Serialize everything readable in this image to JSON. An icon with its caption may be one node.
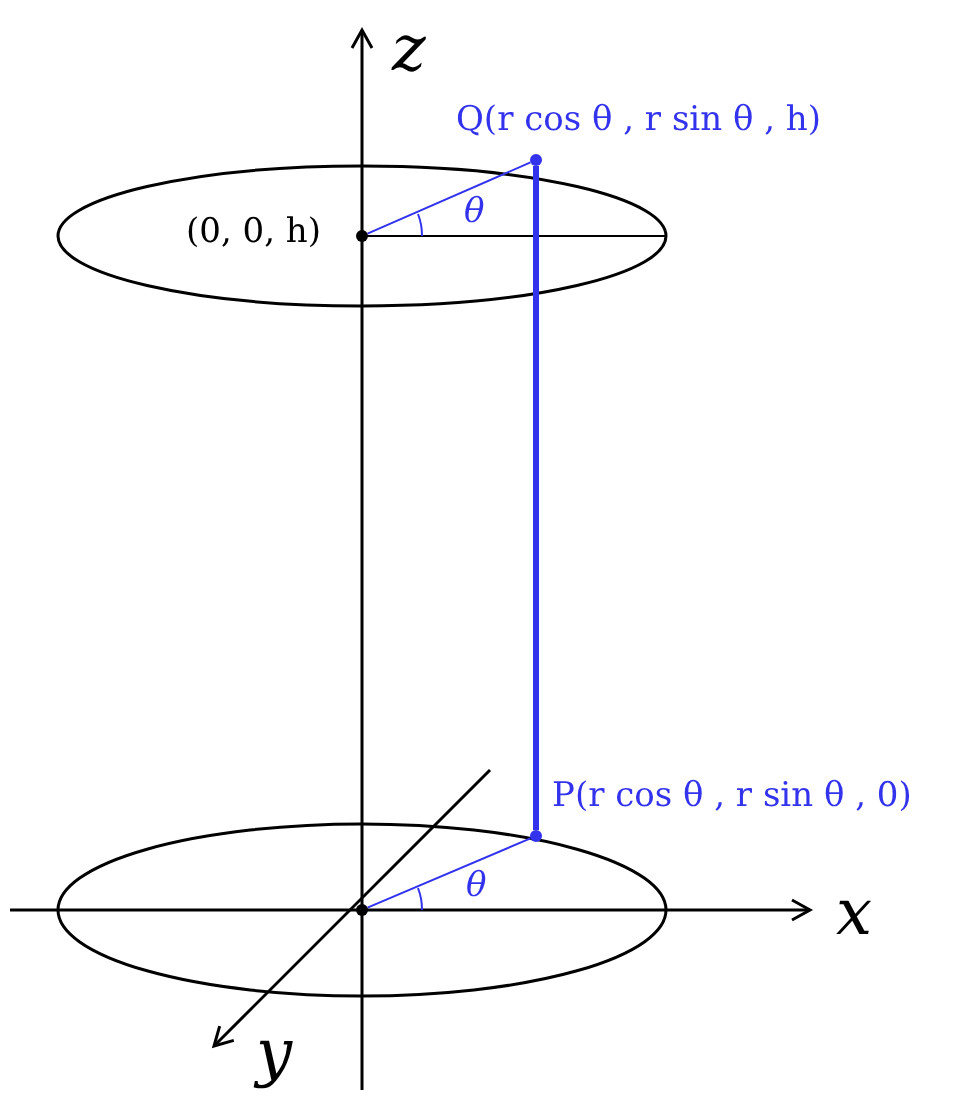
{
  "diagram": {
    "nodes": [
      {
        "text": [],
        "shape": "circle",
        "beside": [
          "Q(r cos θ , r sin θ , h)"
        ]
      },
      {
        "text": [],
        "shape": "circle",
        "beside": [
          "(0, 0, h)"
        ]
      },
      {
        "text": [],
        "shape": "circle",
        "beside": [
          "P(r cos θ , r sin θ , 0)"
        ]
      },
      {
        "text": [],
        "shape": "circle"
      }
    ],
    "edges": [
      {
        "from": 2,
        "to": 0,
        "arrow": "none",
        "style": "thick",
        "color": "#3333ee"
      },
      {
        "from": 1,
        "to": 0,
        "arrow": "none",
        "color": "#3333ee"
      },
      {
        "from": 3,
        "to": 2,
        "arrow": "none",
        "color": "#3333ee"
      }
    ],
    "labels": [
      "z",
      "θ",
      "θ",
      "x",
      "y"
    ]
  }
}
